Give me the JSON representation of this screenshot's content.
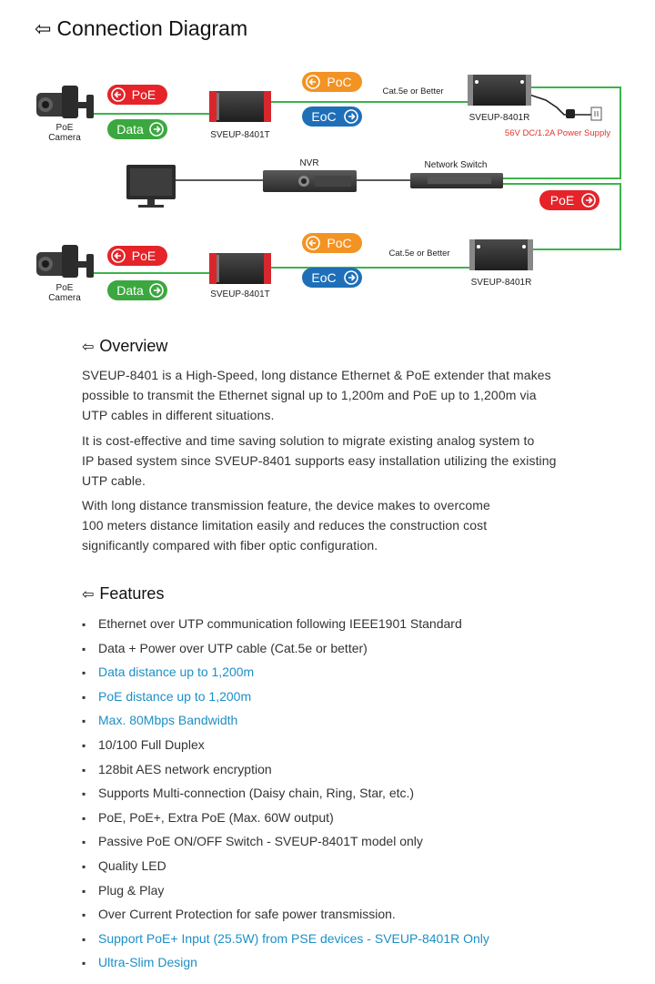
{
  "header": {
    "title": "Connection Diagram",
    "arrow_icon": "arrow-left-outline-icon"
  },
  "diagram": {
    "top_camera_label": [
      "PoE",
      "Camera"
    ],
    "bottom_camera_label": [
      "PoE",
      "Camera"
    ],
    "poe_label": "PoE",
    "data_label": "Data",
    "poc_label": "PoC",
    "eoc_label": "EoC",
    "top_tx_label": "SVEUP-8401T",
    "bottom_tx_label": "SVEUP-8401T",
    "top_rx_label": "SVEUP-8401R",
    "bottom_rx_label": "SVEUP-8401R",
    "top_cable_label": "Cat.5e or Better",
    "bottom_cable_label": "Cat.5e or Better",
    "power_supply_label": "56V DC/1.2A Power Supply",
    "nvr_label": "NVR",
    "switch_label": "Network Switch",
    "colors": {
      "poe_red": "#e52329",
      "data_green": "#3aa83f",
      "poc_orange": "#f39323",
      "eoc_blue": "#1e6fb8",
      "line_green": "#3cb44b",
      "ps_red": "#e5322d"
    }
  },
  "overview": {
    "title": "Overview",
    "paragraphs": [
      [
        "SVEUP-8401 is a High-Speed, long distance Ethernet & PoE extender that makes",
        "possible to transmit the Ethernet signal up to 1,200m and PoE up to 1,200m via",
        "UTP cables in different situations."
      ],
      [
        "It is cost-effective and time saving solution to migrate existing analog system to",
        "IP based system since SVEUP-8401 supports easy installation utilizing the existing",
        "UTP cable."
      ],
      [
        "With long distance transmission feature, the device makes to overcome",
        "100 meters distance limitation easily and reduces the construction cost",
        "significantly compared with fiber optic configuration."
      ]
    ]
  },
  "features": {
    "title": "Features",
    "items": [
      {
        "text": "Ethernet over UTP communication following IEEE1901 Standard",
        "highlight": false
      },
      {
        "text": "Data + Power over UTP cable (Cat.5e or better)",
        "highlight": false
      },
      {
        "text": "Data distance up to 1,200m",
        "highlight": true
      },
      {
        "text": "PoE distance up to 1,200m",
        "highlight": true
      },
      {
        "text": "Max. 80Mbps Bandwidth",
        "highlight": true
      },
      {
        "text": "10/100 Full Duplex",
        "highlight": false
      },
      {
        "text": "128bit AES network encryption",
        "highlight": false
      },
      {
        "text": "Supports Multi-connection (Daisy chain, Ring, Star, etc.)",
        "highlight": false
      },
      {
        "text": "PoE, PoE+, Extra PoE (Max. 60W output)",
        "highlight": false
      },
      {
        "text": "Passive PoE ON/OFF Switch - SVEUP-8401T model only",
        "highlight": false
      },
      {
        "text": "Quality LED",
        "highlight": false
      },
      {
        "text": "Plug & Play",
        "highlight": false
      },
      {
        "text": "Over Current Protection for safe power transmission.",
        "highlight": false
      },
      {
        "text": "Support PoE+ Input (25.5W) from PSE devices - SVEUP-8401R Only",
        "highlight": true
      },
      {
        "text": "Ultra-Slim Design",
        "highlight": true
      }
    ]
  }
}
